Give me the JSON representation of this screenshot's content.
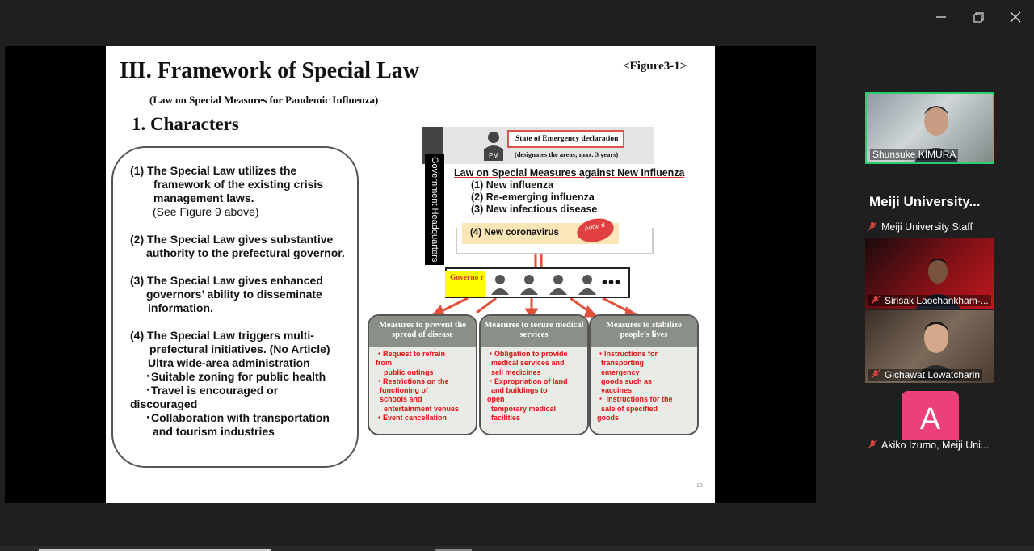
{
  "slide": {
    "title": "III. Framework of Special Law",
    "figure_label": "<Figure3-1>",
    "subtitle": "(Law on Special Measures  for Pandemic Influenza)",
    "section": "1. Characters",
    "points": {
      "p1a": "(1)   The Special Law utilizes the",
      "p1b": "framework of the existing crisis",
      "p1c": "management laws.",
      "p1d": "(See Figure 9 above)",
      "p2a": "(2) The Special Law gives substantive",
      "p2b": "authority to the prefectural governor.",
      "p3a": "(3) The Special Law gives enhanced",
      "p3b": "governors’ ability to disseminate",
      "p3c": "information.",
      "p4a": "(4) The Special Law triggers multi-",
      "p4b": "prefectural initiatives. (No Article)",
      "p4c": "Ultra wide-area administration",
      "p4d": "･Suitable zoning for public health",
      "p4e": "･Travel is encouraged or",
      "p4f": "discouraged",
      "p4g": "･Collaboration with transportation",
      "p4h": "and tourism industries"
    },
    "diagram": {
      "gov_hq": "Government Headquarters",
      "pm_label": "PM",
      "soe_title": "State of Emergency declaration",
      "soe_note": "(designates the areas; max. 3 years)",
      "law_title": "Law on Special Measures against New Influenza",
      "law_items": [
        "(1) New influenza",
        "(2) Re-emerging influenza",
        "(3) New infectious disease"
      ],
      "corona": "(4) New coronavirus",
      "added": "Adde d",
      "governor": "Governo r",
      "dots": "•••",
      "measures": [
        {
          "head": "Measures to prevent the spread of disease",
          "body": "・Request to refrain\nfrom\n    public outings\n・Restrictions on the\n  functioning of\n  schools and\n    entertainment venues\n・Event cancellation"
        },
        {
          "head": "Measures to secure medical services",
          "body": "・Obligation to provide\n  medical services and\n  sell medicines\n・Expropriation of land\n  and buildings to\nopen\n  temporary medical\n  facilities"
        },
        {
          "head": "Measures to stabilize people’s lives",
          "body": "・Instructions for\n  transporting\n  emergency\n  goods such as\n  vaccines\n・ Instructions for the\n  sale of specified\ngoods"
        }
      ]
    },
    "page_number": "12"
  },
  "participants": {
    "speaker": "Shunsuke KIMURA",
    "group_header": "Meiji  University...",
    "staff": "Meiji University Staff",
    "p2": "Sirisak Laochankham-...",
    "p3": "Gichawat Lowatcharin",
    "p4_initial": "A",
    "p4": "Akiko Izumo, Meiji Uni..."
  },
  "colors": {
    "background": "#1f1f1f",
    "active_speaker": "#2ecc71",
    "avatar": "#ec407a",
    "accent_red": "#e01010"
  }
}
